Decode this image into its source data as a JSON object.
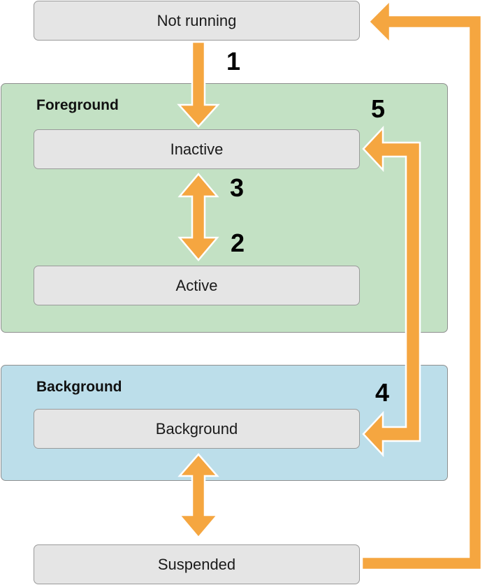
{
  "regions": {
    "foreground": "Foreground",
    "background": "Background"
  },
  "states": {
    "not_running": "Not running",
    "inactive": "Inactive",
    "active": "Active",
    "background": "Background",
    "suspended": "Suspended"
  },
  "transitions": [
    "1",
    "2",
    "3",
    "4",
    "5"
  ],
  "colors": {
    "arrow": "#f5a640",
    "foreground_region": "#c3e1c4",
    "background_region": "#bcdeea",
    "state_box": "#e5e5e5"
  }
}
